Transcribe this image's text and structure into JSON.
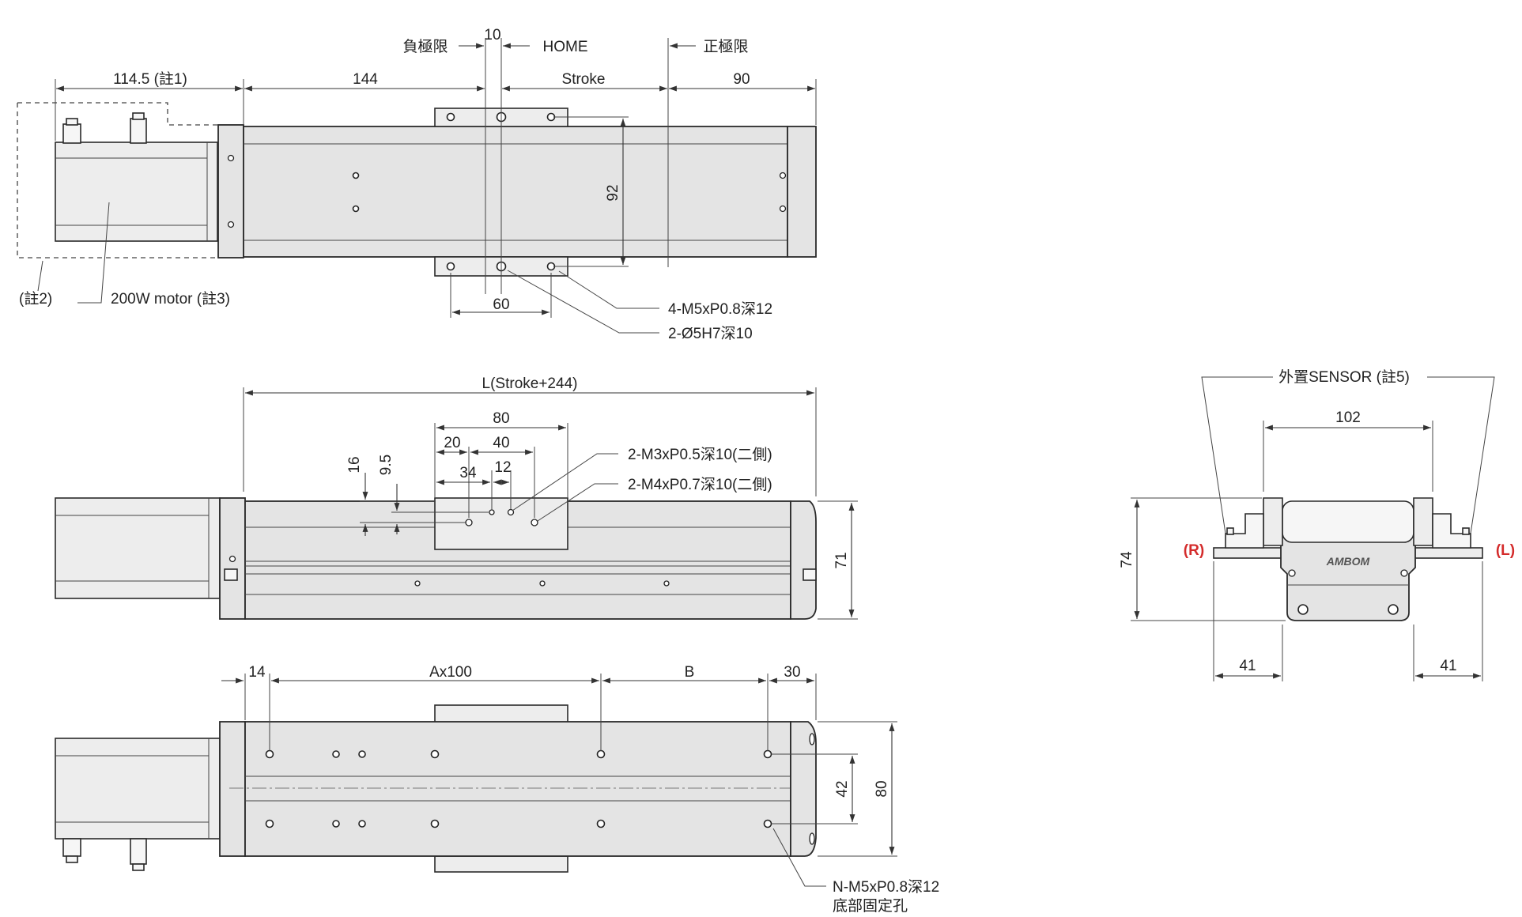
{
  "dimensions": {
    "d_10": "10",
    "d_114_5": "114.5 (註1)",
    "d_144": "144",
    "d_stroke": "Stroke",
    "d_90": "90",
    "d_92": "92",
    "d_60": "60",
    "d_L": "L(Stroke+244)",
    "d_80_top": "80",
    "d_20": "20",
    "d_40": "40",
    "d_34": "34",
    "d_12": "12",
    "d_16": "16",
    "d_9_5": "9.5",
    "d_71": "71",
    "d_14": "14",
    "d_Ax100": "Ax100",
    "d_B": "B",
    "d_30": "30",
    "d_42": "42",
    "d_80_side": "80",
    "d_102": "102",
    "d_74": "74",
    "d_41_left": "41",
    "d_41_right": "41"
  },
  "labels": {
    "negative_limit": "負極限",
    "home": "HOME",
    "positive_limit": "正極限",
    "note2": "(註2)",
    "motor": "200W motor (註3)",
    "hole_m5_top": "4-M5xP0.8深12",
    "hole_pin": "2-Ø5H7深10",
    "hole_m3": "2-M3xP0.5深10(二側)",
    "hole_m4": "2-M4xP0.7深10(二側)",
    "hole_bottom_line1": "N-M5xP0.8深12",
    "hole_bottom_line2": "底部固定孔",
    "external_sensor": "外置SENSOR (註5)",
    "side_right": "(R)",
    "side_left": "(L)",
    "brand": "AMBOM"
  },
  "colors": {
    "line": "#2a2a2a",
    "body": "#e4e4e4",
    "highlight_red": "#d42b2b"
  }
}
